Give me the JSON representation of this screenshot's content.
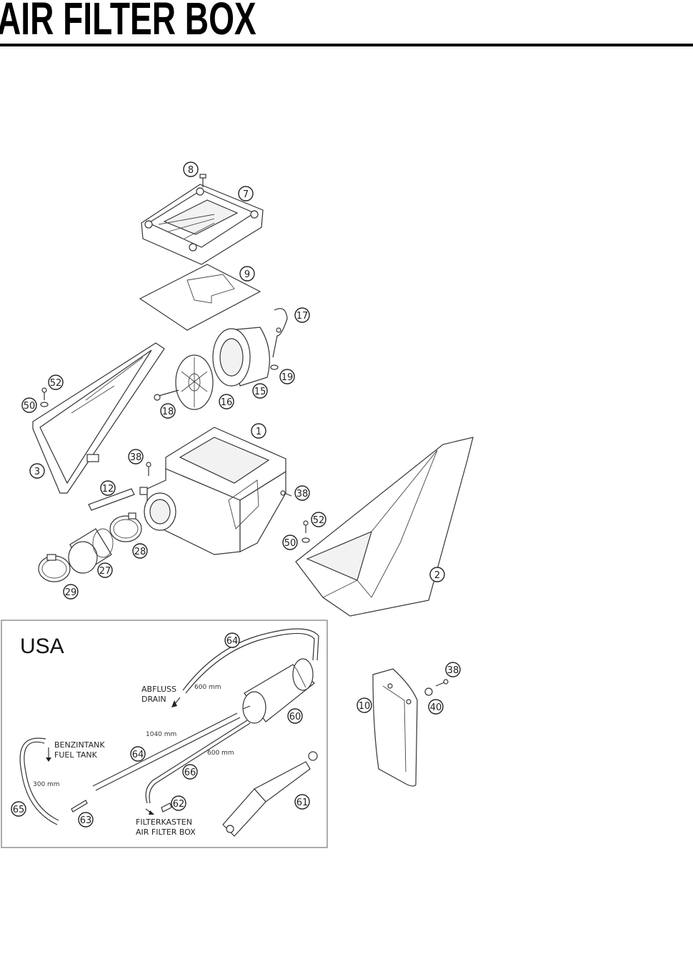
{
  "page": {
    "title": "AIR FILTER BOX"
  },
  "usa_box": {
    "heading": "USA",
    "labels": {
      "drain_de": "ABFLUSS",
      "drain_en": "DRAIN",
      "fuel_de": "BENZINTANK",
      "fuel_en": "FUEL TANK",
      "box_de": "FILTERKASTEN",
      "box_en": "AIR FILTER BOX"
    },
    "measurements": [
      "600 mm",
      "1040 mm",
      "600 mm",
      "300 mm"
    ]
  },
  "callouts": [
    "8",
    "7",
    "9",
    "17",
    "52",
    "50",
    "19",
    "15",
    "16",
    "18",
    "1",
    "3",
    "38",
    "12",
    "38",
    "52",
    "50",
    "28",
    "27",
    "29",
    "2",
    "64",
    "60",
    "64",
    "66",
    "65",
    "63",
    "62",
    "61",
    "38",
    "40",
    "10"
  ]
}
